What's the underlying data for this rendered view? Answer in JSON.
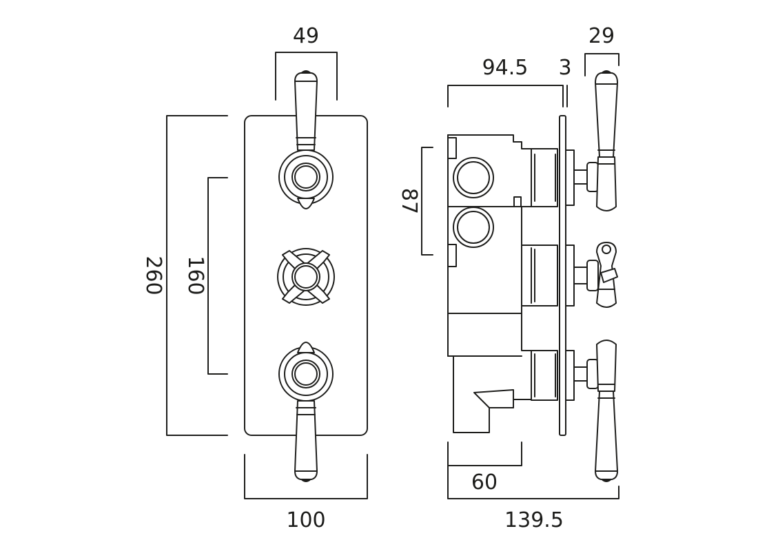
{
  "drawing": {
    "ink_color": "#1d1d1b",
    "background_color": "#ffffff",
    "front_view": {
      "lever_span": "49",
      "plate_height": "260",
      "handle_spacing": "160",
      "plate_width": "100"
    },
    "side_view": {
      "body_depth": "94.5",
      "plate_thickness": "3",
      "handle_width": "29",
      "outlet_spacing": "87",
      "lower_body_depth": "60",
      "overall_depth": "139.5"
    }
  }
}
